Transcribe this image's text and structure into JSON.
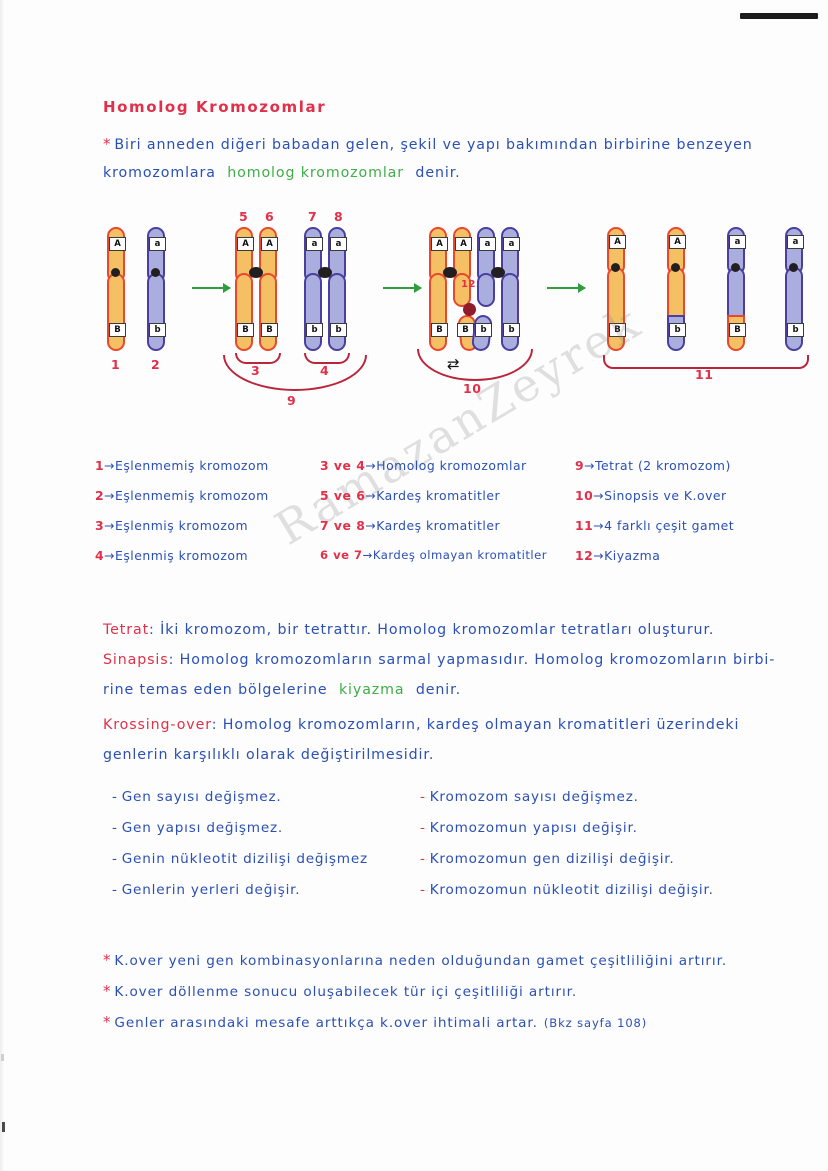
{
  "page": {
    "title": "Homolog Kromozomlar",
    "watermark": "RamazanZeyrek"
  },
  "intro": {
    "bullet": "*",
    "line1": "Biri anneden diğeri babadan gelen, şekil ve yapı bakımından birbirine benzeyen",
    "line2_a": "kromozomlara",
    "line2_highlight": "homolog kromozomlar",
    "line2_b": "denir."
  },
  "diagram": {
    "stage_numbers": [
      "1",
      "2",
      "5",
      "6",
      "7",
      "8"
    ],
    "bracket_labels": [
      "3",
      "4",
      "9",
      "10",
      "11"
    ],
    "crossover_label": "12",
    "gene_labels": {
      "orange_top": "A",
      "orange_bottom": "B",
      "purple_top": "a",
      "purple_bottom": "b"
    },
    "colors": {
      "orange_fill": "#f5c063",
      "orange_stroke": "#e8482e",
      "purple_fill": "#a9aede",
      "purple_stroke": "#4a3f9e",
      "centromere": "#231f20",
      "arrow": "#2f9e3f",
      "bracket": "#b9263b"
    },
    "arrows": 3
  },
  "legend": {
    "col1": [
      {
        "num": "1",
        "text": "Eşlenmemiş kromozom"
      },
      {
        "num": "2",
        "text": "Eşlenmemiş kromozom"
      },
      {
        "num": "3",
        "text": "Eşlenmiş kromozom"
      },
      {
        "num": "4",
        "text": "Eşlenmiş kromozom"
      }
    ],
    "col2": [
      {
        "num": "3 ve 4",
        "text": "Homolog kromozomlar"
      },
      {
        "num": "5 ve 6",
        "text": "Kardeş kromatitler"
      },
      {
        "num": "7 ve 8",
        "text": "Kardeş kromatitler"
      },
      {
        "num": "6 ve 7",
        "text": "Kardeş olmayan kromatitler"
      }
    ],
    "col3": [
      {
        "num": "9",
        "text": "Tetrat (2 kromozom)"
      },
      {
        "num": "10",
        "text": "Sinopsis ve K.over"
      },
      {
        "num": "11",
        "text": "4 farklı çeşit gamet"
      },
      {
        "num": "12",
        "text": "Kiyazma"
      }
    ]
  },
  "definitions": {
    "tetrat_term": "Tetrat",
    "tetrat_text": ": İki kromozom, bir tetrattır. Homolog kromozomlar tetratları oluşturur.",
    "sinapsis_term": "Sinapsis",
    "sinapsis_text_a": ": Homolog kromozomların sarmal yapmasıdır. Homolog kromozomların birbi-",
    "sinapsis_text_b1": "rine temas eden bölgelerine",
    "sinapsis_highlight": "kiyazma",
    "sinapsis_text_b2": "denir.",
    "krossing_term": "Krossing-over",
    "krossing_text_a": ": Homolog kromozomların, kardeş olmayan kromatitleri üzerindeki",
    "krossing_text_b": "genlerin karşılıklı olarak değiştirilmesidir."
  },
  "changes": {
    "left": [
      "Gen sayısı değişmez.",
      "Gen yapısı değişmez.",
      "Genin nükleotit dizilişi değişmez",
      "Genlerin yerleri değişir."
    ],
    "right": [
      "Kromozom sayısı değişmez.",
      "Kromozomun yapısı değişir.",
      "Kromozomun gen dizilişi değişir.",
      "Kromozomun nükleotit dizilişi değişir."
    ],
    "dash": "-"
  },
  "notes": [
    {
      "star": "*",
      "text": "K.over yeni gen kombinasyonlarına neden olduğundan gamet çeşitliliğini artırır."
    },
    {
      "star": "*",
      "text": "K.over döllenme sonucu oluşabilecek tür içi çeşitliliği artırır."
    },
    {
      "star": "*",
      "text": "Genler arasındaki mesafe arttıkça k.over ihtimali artar.",
      "ref": "(Bkz sayfa 108)"
    }
  ]
}
